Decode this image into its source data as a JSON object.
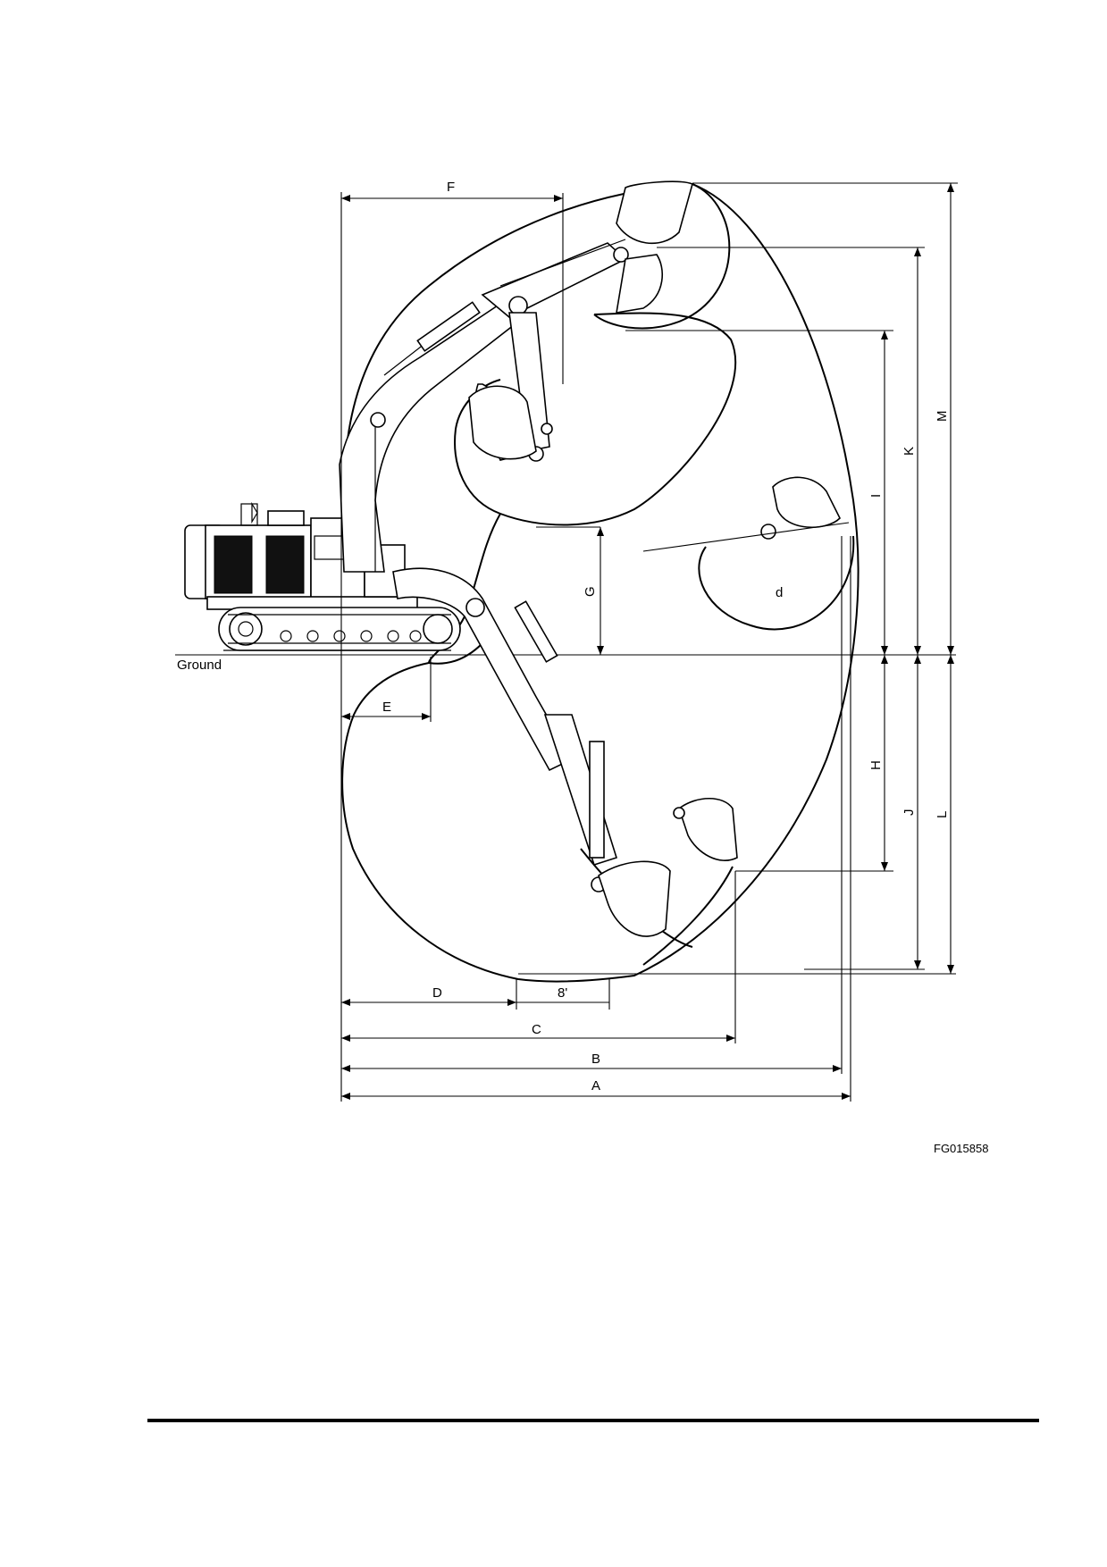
{
  "diagram": {
    "ground_label": "Ground",
    "figure_id": "FG015858",
    "dimension_labels": {
      "A": "A",
      "B": "B",
      "C": "C",
      "D": "D",
      "E": "E",
      "F": "F",
      "G": "G",
      "H": "H",
      "I": "I",
      "J": "J",
      "K": "K",
      "L": "L",
      "M": "M",
      "d": "d",
      "eight_prime": "8'"
    }
  }
}
